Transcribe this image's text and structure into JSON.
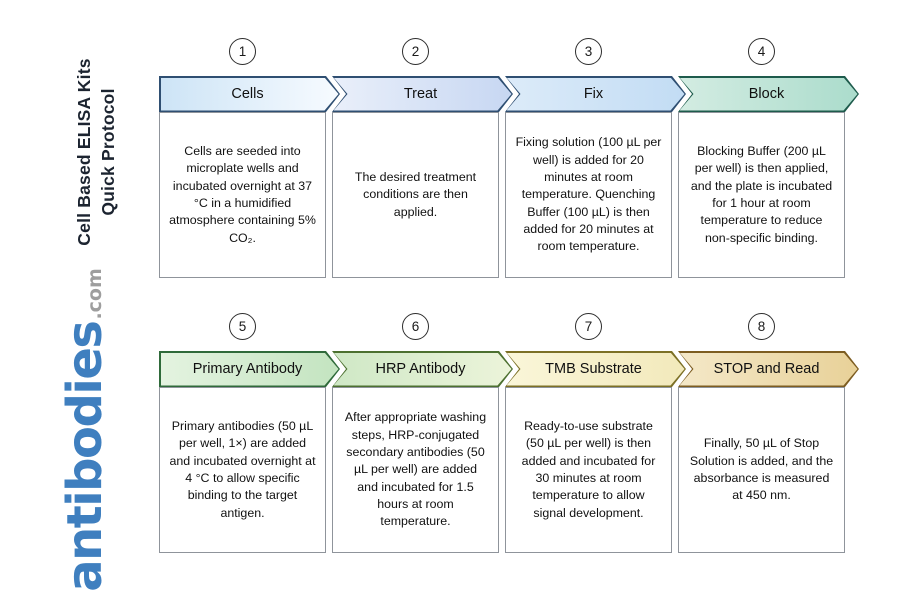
{
  "sidebar": {
    "title_line1": "Cell Based ELISA Kits",
    "title_line2": "Quick Protocol",
    "logo_word": "antibodies",
    "logo_suffix": ".com"
  },
  "colors": {
    "title_dark": "#1c2430",
    "logo_blue": "#3f7fbf",
    "logo_gray": "#9e9e9e",
    "box_border": "#8f949b",
    "circle_border": "#2e2e2e"
  },
  "steps": [
    {
      "number": "1",
      "title": "Cells",
      "description": "Cells are seeded into microplate wells and incubated overnight at 37 °C in a humidified atmosphere containing 5% CO₂.",
      "fill_start": "#cde4f6",
      "fill_end": "#f7fbff",
      "border": "#2f4f72"
    },
    {
      "number": "2",
      "title": "Treat",
      "description": "The desired treatment conditions are then applied.",
      "fill_start": "#e9effa",
      "fill_end": "#c7d7f2",
      "border": "#2f4f72"
    },
    {
      "number": "3",
      "title": "Fix",
      "description": "Fixing solution (100 µL per well) is added for 20 minutes at room temperature. Quenching Buffer (100 µL) is then added for 20 minutes at room temperature.",
      "fill_start": "#dcebf9",
      "fill_end": "#c2dcf4",
      "border": "#2f4f72"
    },
    {
      "number": "4",
      "title": "Block",
      "description": "Blocking Buffer (200 µL per well) is then applied, and the plate is incubated for 1 hour at room temperature to reduce non-specific binding.",
      "fill_start": "#d3ece2",
      "fill_end": "#abdccc",
      "border": "#1e5b4c"
    },
    {
      "number": "5",
      "title": "Primary Antibody",
      "description": "Primary antibodies (50 µL per well, 1×) are added and incubated overnight at 4 °C to allow specific binding to the target antigen.",
      "fill_start": "#e4f3e0",
      "fill_end": "#c3e4c0",
      "border": "#2f6a3a"
    },
    {
      "number": "6",
      "title": "HRP Antibody",
      "description": "After appropriate washing steps, HRP-conjugated secondary antibodies (50 µL per well) are added and incubated for 1.5 hours at room temperature.",
      "fill_start": "#cfe8c6",
      "fill_end": "#ecf4da",
      "border": "#4c7030"
    },
    {
      "number": "7",
      "title": "TMB Substrate",
      "description": "Ready-to-use substrate (50 µL per well) is then added and incubated for 30 minutes at room temperature to allow signal development.",
      "fill_start": "#faf6d9",
      "fill_end": "#f2e9bb",
      "border": "#7c7026"
    },
    {
      "number": "8",
      "title": "STOP and Read",
      "description": "Finally, 50 µL of Stop Solution is added, and the absorbance is measured at 450 nm.",
      "fill_start": "#f4e8c8",
      "fill_end": "#e8d198",
      "border": "#7d5d21"
    }
  ]
}
